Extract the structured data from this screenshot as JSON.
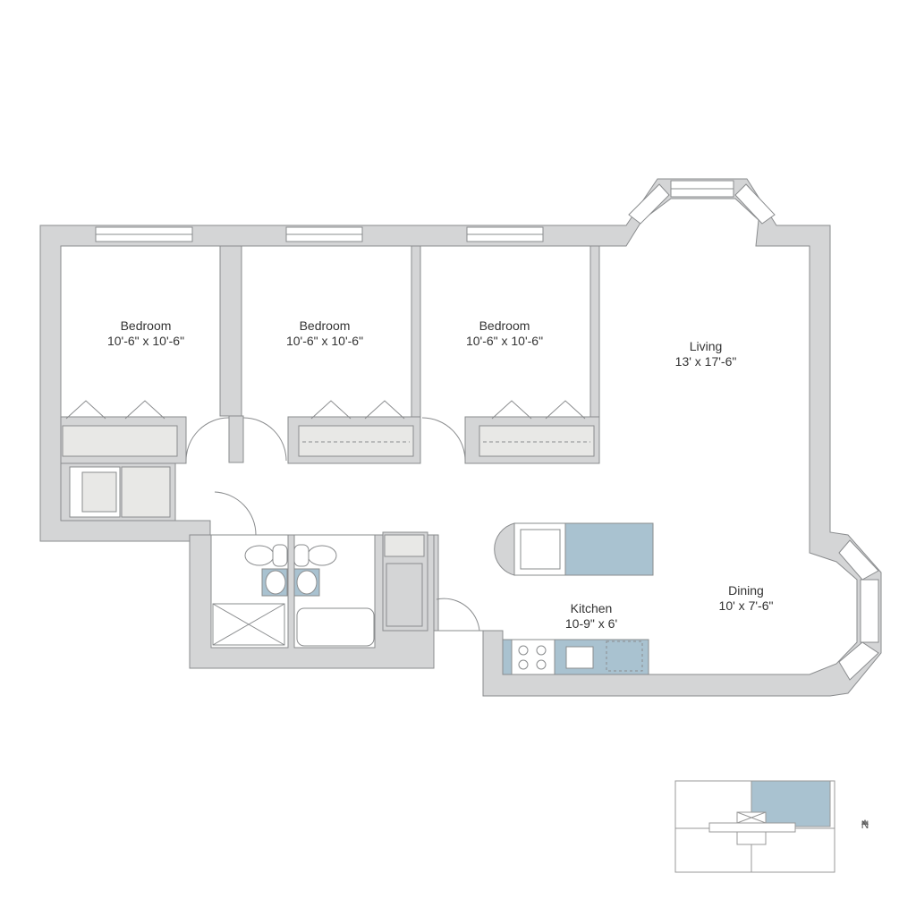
{
  "rooms": [
    {
      "name": "Bedroom",
      "size": "10'-6\" x 10'-6\""
    },
    {
      "name": "Bedroom",
      "size": "10'-6\" x 10'-6\""
    },
    {
      "name": "Bedroom",
      "size": "10'-6\" x 10'-6\""
    },
    {
      "name": "Living",
      "size": "13' x 17'-6\""
    },
    {
      "name": "Dining",
      "size": "10' x 7'-6\""
    },
    {
      "name": "Kitchen",
      "size": "10-9\" x 6'"
    }
  ],
  "compass": {
    "label": "N"
  },
  "colors": {
    "wall": "#d4d5d6",
    "outline": "#8a8c8e",
    "fixture_blue": "#a9c2d0",
    "closet": "#e8e8e6"
  }
}
